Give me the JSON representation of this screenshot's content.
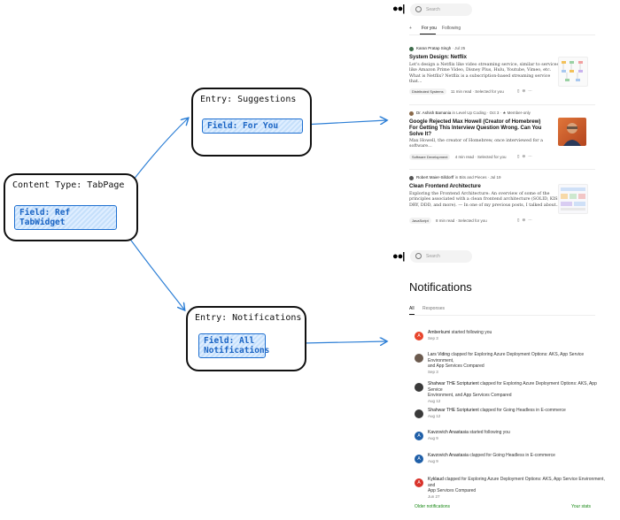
{
  "diagram": {
    "content_type": "Content Type: TabPage",
    "content_field": "Field: Ref TabWidget",
    "entry_suggestions": "Entry: Suggestions",
    "field_for_you": "Field: For You",
    "entry_notifications": "Entry: Notifications",
    "field_all_notifications_1": "Field: All",
    "field_all_notifications_2": "Notifications"
  },
  "feed": {
    "search_placeholder": "Search",
    "tabs": [
      "+",
      "For you",
      "Following"
    ],
    "articles": [
      {
        "author": "Karan Pratap Singh",
        "date": "· Jul 25",
        "title": "System Design: Netflix",
        "excerpt_lines": [
          "Let's design a Netflix like video streaming service, similar to services",
          "like Amazon Prime Video, Disney Plus, Hulu, Youtube, Vimeo, etc.",
          "What is Netflix? Netflix is a subscription-based streaming service that..."
        ],
        "tag": "Distributed Systems",
        "read_time": "11 min read",
        "reason": "· Selected for you"
      },
      {
        "author": "Dr. Ashish Bamania",
        "publication": "in Level Up Coding",
        "date": "· Oct 3 · ★ Member-only",
        "title_lines": [
          "Google Rejected Max Howell (Creator of Homebrew)",
          "For Getting This Interview Question Wrong. Can You",
          "Solve It?"
        ],
        "excerpt_lines": [
          "Max Howell, the creator of Homebrew, once interviewed for a software..."
        ],
        "tag": "Software Development",
        "read_time": "4 min read",
        "reason": "· Selected for you"
      },
      {
        "author": "Robert Maier-Silldorff",
        "publication": "in Bits and Pieces",
        "date": "· Jul 19",
        "title": "Clean Frontend Architecture",
        "excerpt_lines": [
          "Exploring the Frontend Architecture: An overview of some of the",
          "principles associated with a clean frontend architecture (SOLID, KISS,",
          "DRY, DDD, and more). — In one of my previous posts, I talked about..."
        ],
        "tag": "JavaScript",
        "read_time": "8 min read",
        "reason": "· Selected for you"
      }
    ]
  },
  "notifications": {
    "search_placeholder": "Search",
    "heading": "Notifications",
    "tabs": [
      "All",
      "Responses"
    ],
    "items": [
      {
        "line1_bold": "Amberkumi",
        "line1_rest": " started following you",
        "line2": "",
        "date": "Sep 3",
        "avatar": "A",
        "color": "#e8452c"
      },
      {
        "line1_bold": "Lars Viding",
        "line1_rest": " clapped for Exploring Azure Deployment Options: AKS, App Service Environment,",
        "line2": "and App Services Compared",
        "date": "Sep 3",
        "avatar": "",
        "color": "#6b5a4e"
      },
      {
        "line1_bold": "Shahwar THE Scripturient",
        "line1_rest": " clapped for Exploring Azure Deployment Options: AKS, App Service",
        "line2": "Environment, and App Services Compared",
        "date": "Aug 12",
        "avatar": "",
        "color": "#3a3a3a"
      },
      {
        "line1_bold": "Shahwar THE Scripturient",
        "line1_rest": " clapped for Going Headless in E-commerce",
        "line2": "",
        "date": "Aug 12",
        "avatar": "",
        "color": "#3a3a3a"
      },
      {
        "line1_bold": "Kavzovich Anastasia",
        "line1_rest": " started following you",
        "line2": "",
        "date": "Aug 9",
        "avatar": "A",
        "color": "#1f5fa8"
      },
      {
        "line1_bold": "Kavzovich Anastasia",
        "line1_rest": " clapped for Going Headless in E-commerce",
        "line2": "",
        "date": "Aug 9",
        "avatar": "A",
        "color": "#1f5fa8"
      },
      {
        "line1_bold": "Kyklaud",
        "line1_rest": " clapped for Exploring Azure Deployment Options: AKS, App Service Environment, and",
        "line2": "App Services Compared",
        "date": "Jun 27",
        "avatar": "A",
        "color": "#d9332b"
      }
    ],
    "older_link": "Older notifications",
    "stats_link": "Your stats"
  }
}
